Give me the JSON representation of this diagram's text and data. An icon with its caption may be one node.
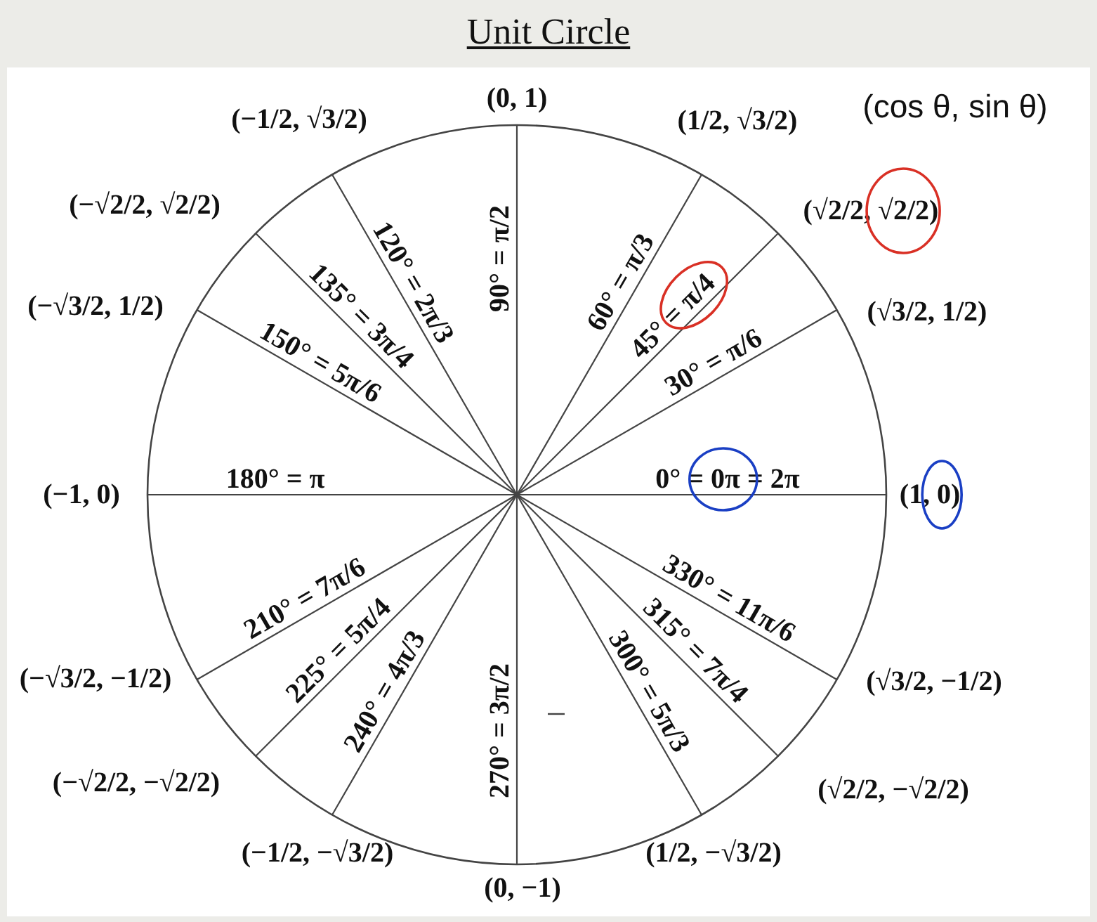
{
  "diagram": {
    "title": "Unit Circle",
    "labels": [
      "(−1/2, √3/2)",
      "(0, 1)",
      "(1/2, √3/2)",
      "(cos θ, sin θ)",
      "(−√2/2, √2/2)",
      "120° = 2π/3",
      "90° = π/2",
      "60° = π/3",
      "(√2/2, √2/2)",
      "135° = 3π/4",
      "45° = π/4",
      "(−√3/2, 1/2)",
      "150° = 5π/6",
      "30° = π/6",
      "(√3/2, 1/2)",
      "(−1, 0)",
      "180° = π",
      "0° = 0π = 2π",
      "(1, 0)",
      "210° = 7π/6",
      "330° = 11π/6",
      "(−√3/2, −1/2)",
      "(√3/2, −1/2)",
      "225° = 5π/4",
      "240° = 4π/3",
      "270° = 3π/2",
      "300° = 5π/3",
      "315° = 7π/4",
      "(−√2/2, −√2/2)",
      "(√2/2, −√2/2)",
      "(−1/2, −√3/2)",
      "(1/2, −√3/2)",
      "(0, −1)"
    ]
  }
}
